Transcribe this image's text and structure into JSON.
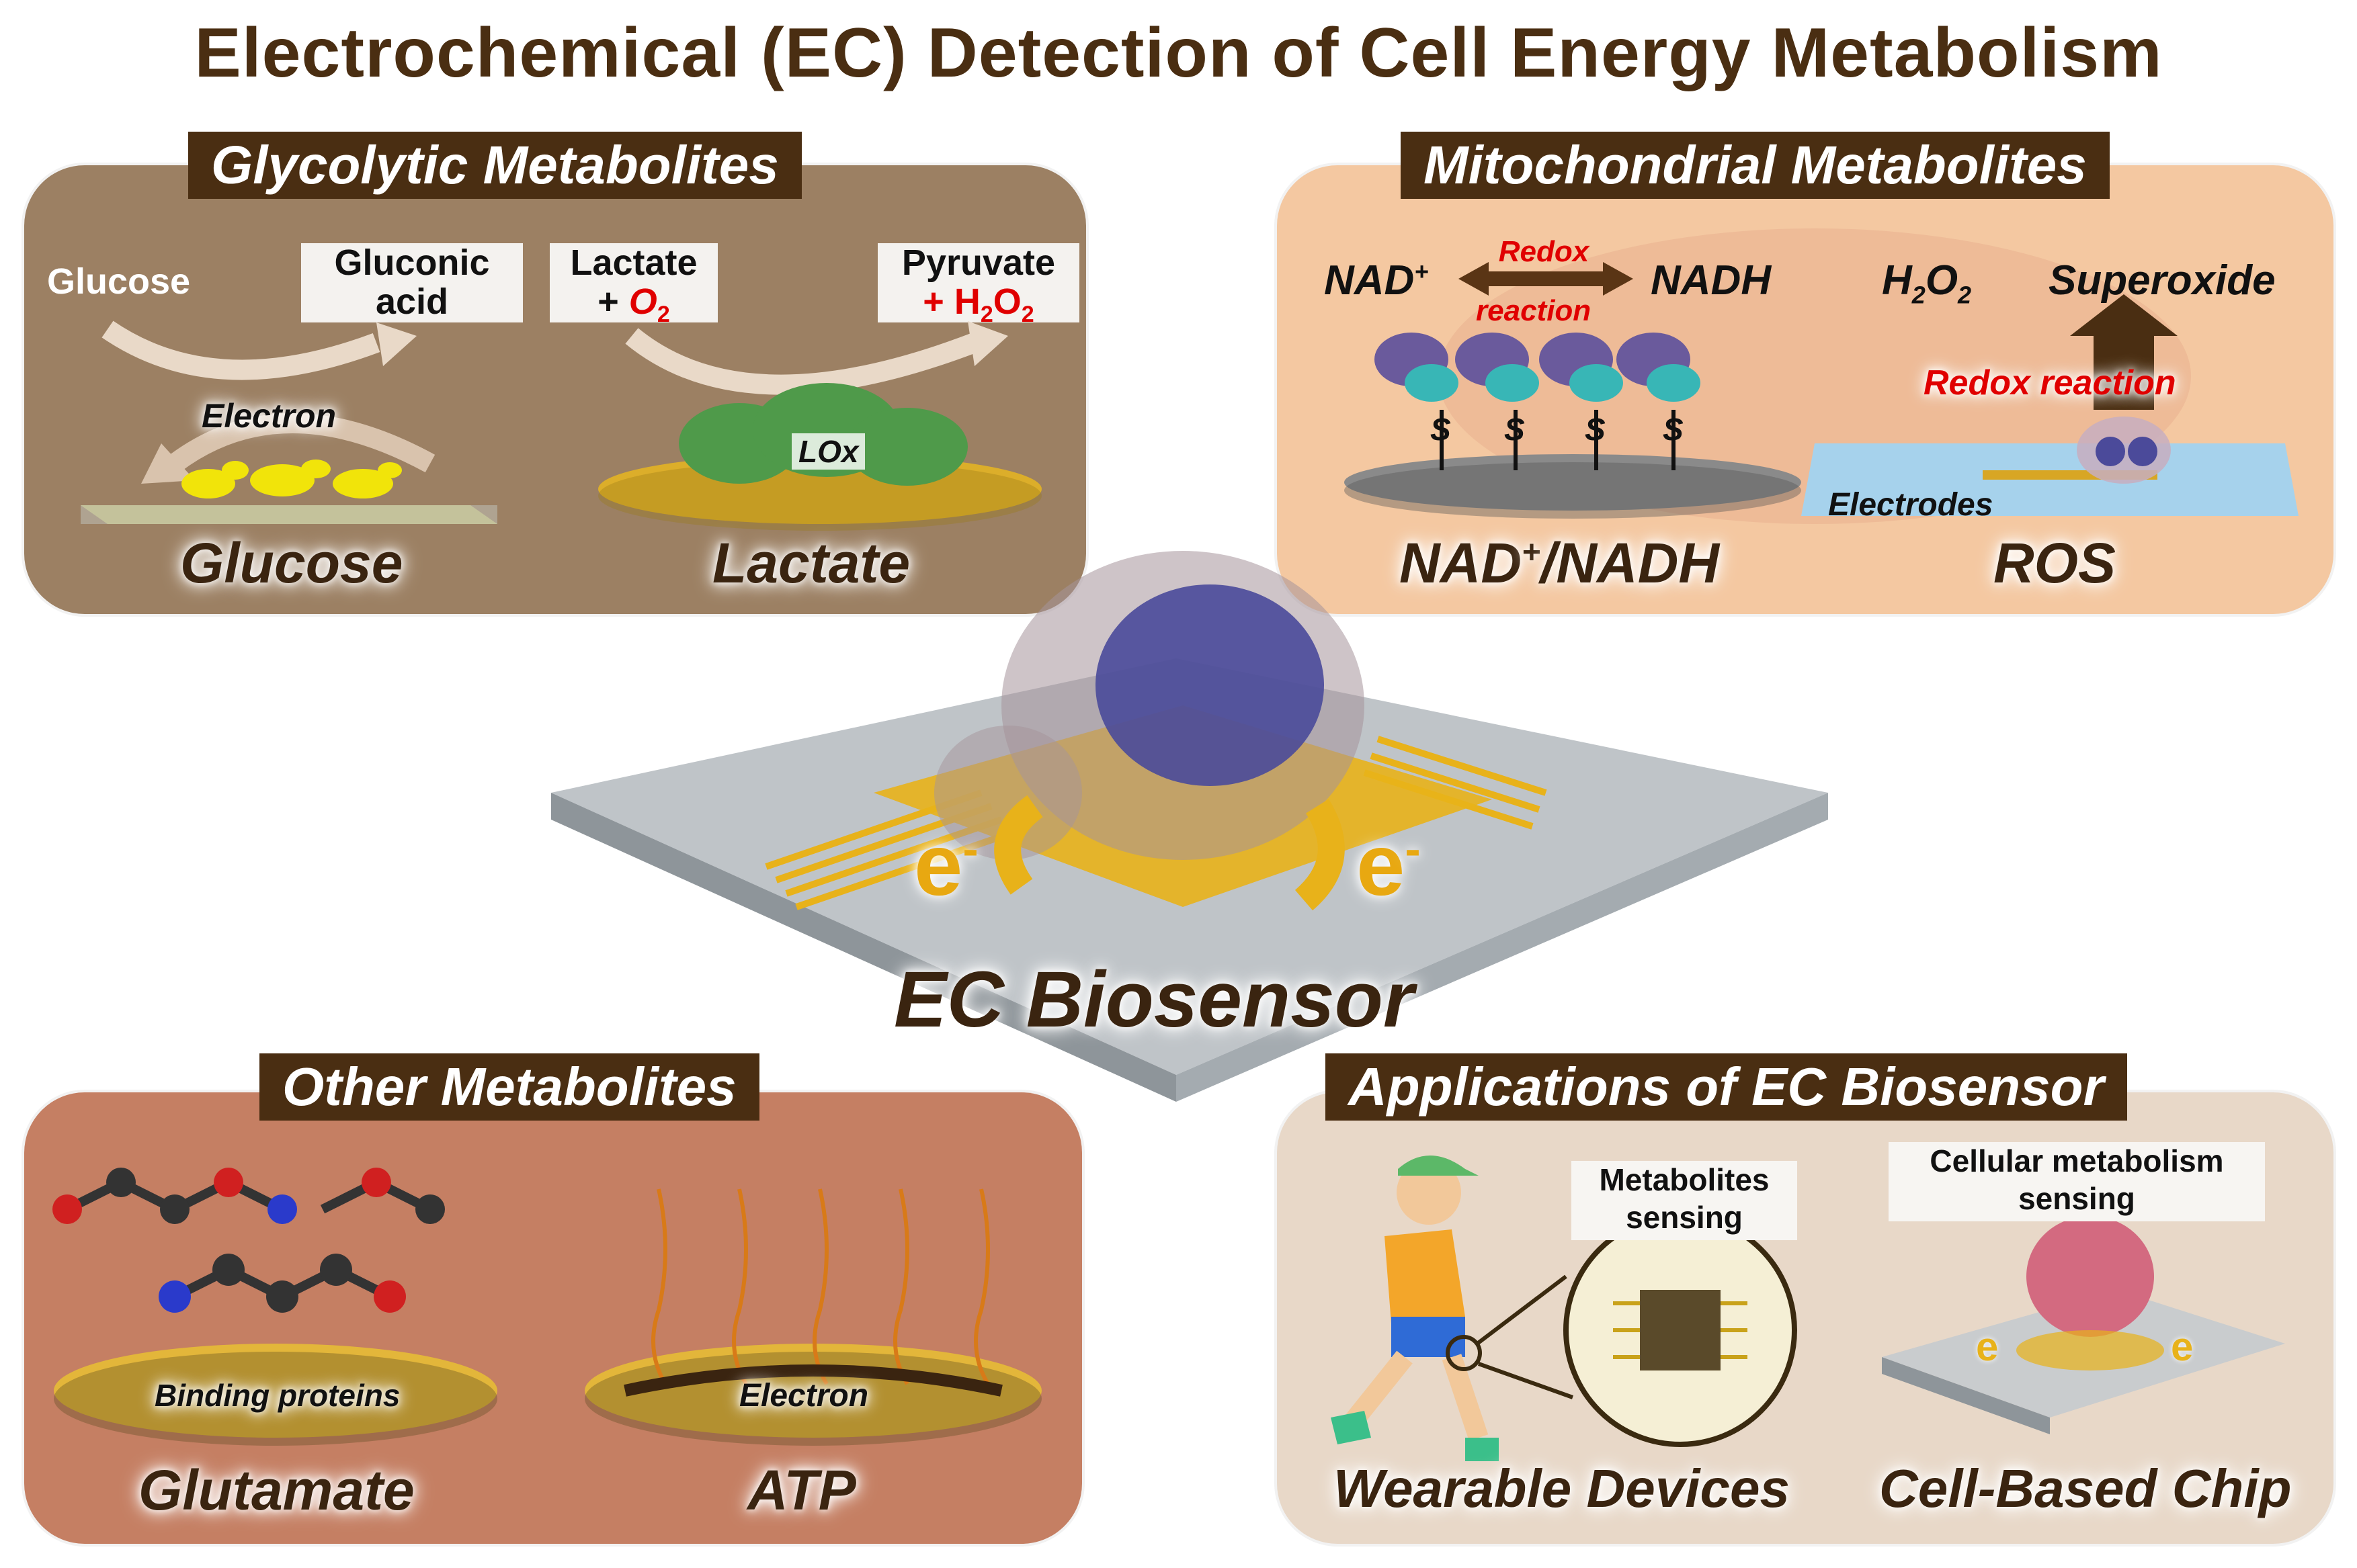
{
  "title": "Electrochemical (EC) Detection of Cell Energy Metabolism",
  "center": {
    "label": "EC Biosensor",
    "electron_left": "e",
    "electron_right": "e",
    "electron_sup": "-"
  },
  "glycolytic": {
    "title": "Glycolytic Metabolites",
    "glucose_in": "Glucose",
    "gluconic_line1": "Gluconic",
    "gluconic_line2": "acid",
    "electron": "Electron",
    "lactate_in_line1": "Lactate",
    "lactate_in_plus": "+ ",
    "lactate_in_o": "O",
    "lactate_in_sub": "2",
    "pyruvate_line1": "Pyruvate",
    "pyruvate_plus": "+ H",
    "pyruvate_sub1": "2",
    "pyruvate_o": "O",
    "pyruvate_sub2": "2",
    "lox": "LOx",
    "label_glucose": "Glucose",
    "label_lactate": "Lactate"
  },
  "mitochondrial": {
    "title": "Mitochondrial Metabolites",
    "nad": "NAD",
    "nad_sup": "+",
    "redox_line1": "Redox",
    "redox_line2": "reaction",
    "nadh": "NADH",
    "h2o2_h": "H",
    "h2o2_sub1": "2",
    "h2o2_o": "O",
    "h2o2_sub2": "2",
    "superoxide": "Superoxide",
    "redox_reaction": "Redox reaction",
    "thiol": "S",
    "electrodes": "Electrodes",
    "label_nad": "NAD",
    "label_nad_sup": "+",
    "label_nad_rest": "/NADH",
    "label_ros": "ROS"
  },
  "other": {
    "title": "Other Metabolites",
    "binding_proteins": "Binding proteins",
    "electron": "Electron",
    "label_glutamate": "Glutamate",
    "label_atp": "ATP"
  },
  "applications": {
    "title": "Applications of EC Biosensor",
    "metabolites_line1": "Metabolites",
    "metabolites_line2": "sensing",
    "cellular_line1": "Cellular metabolism",
    "cellular_line2": "sensing",
    "chip_e": "e",
    "label_wearable": "Wearable Devices",
    "label_chip": "Cell-Based Chip"
  },
  "colors": {
    "title": "#4a2e12",
    "gold": "#e8b21a",
    "red": "#e00000"
  }
}
